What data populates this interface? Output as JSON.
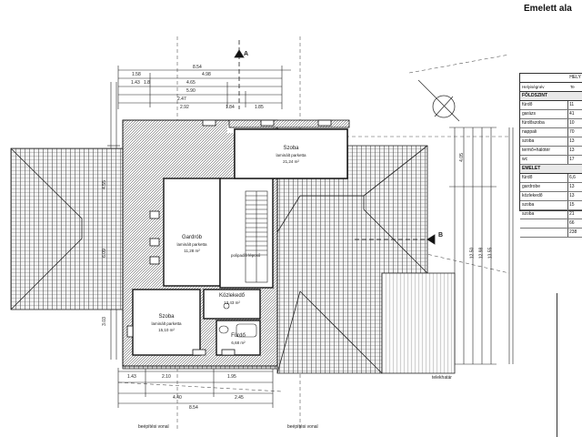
{
  "drawing_title": "Emelett ala",
  "table": {
    "header": "HELY",
    "col1": "Helyiségnév",
    "col2": "Te",
    "sections": [
      {
        "name": "FÖLDSZINT",
        "rows": [
          {
            "name": "fürdő",
            "value": "11"
          },
          {
            "name": "garázs",
            "value": "41"
          },
          {
            "name": "fürdőszoba",
            "value": "10"
          },
          {
            "name": "nappali",
            "value": "70"
          },
          {
            "name": "szoba",
            "value": "13"
          },
          {
            "name": "termő+hálótér",
            "value": "13"
          },
          {
            "name": "wc",
            "value": "17"
          }
        ]
      },
      {
        "name": "EMELET",
        "rows": [
          {
            "name": "fürdő",
            "value": "6,6"
          },
          {
            "name": "gardrobe",
            "value": "13"
          },
          {
            "name": "közlekedő",
            "value": "13"
          },
          {
            "name": "szoba",
            "value": "15"
          },
          {
            "name": "szoba",
            "value": "21"
          },
          {
            "name": "",
            "value": "66"
          },
          {
            "name": "",
            "value": "238"
          }
        ]
      }
    ]
  },
  "rooms": {
    "top": {
      "name": "Szoba",
      "sub": "laminált parketta",
      "area": "21,24 m²"
    },
    "mid": {
      "name": "Gardrób",
      "sub": "laminált parketta",
      "area": "11,28 m²"
    },
    "left": {
      "name": "Szoba",
      "sub": "laminált parketta",
      "area": "15,10 m²"
    },
    "corridor": {
      "name": "Közlekedő",
      "area": "13,43 m²"
    },
    "bath": {
      "name": "Fürdő",
      "area": "6,68 m²"
    }
  },
  "dimensions": {
    "top": [
      "1.58",
      "4.98",
      "8.54",
      "1.43",
      "1.8",
      "4.65",
      "5.90",
      "2.47",
      "2.92",
      "1.84",
      "1.85"
    ],
    "bottom": [
      "1.43",
      "2.10",
      "1.95",
      "4.40",
      "2.45",
      "8.54"
    ],
    "left_vertical": [
      "4.55",
      "6.09",
      "3.03"
    ],
    "right_vertical": [
      "4.05",
      "12.50",
      "12.98",
      "13.55"
    ]
  },
  "markers": {
    "section_a": "A",
    "section_b": "B"
  },
  "annotations": {
    "building_line": "beépítési vonal",
    "boundary": "telekhatár",
    "stair": "polipadló lépcső"
  }
}
